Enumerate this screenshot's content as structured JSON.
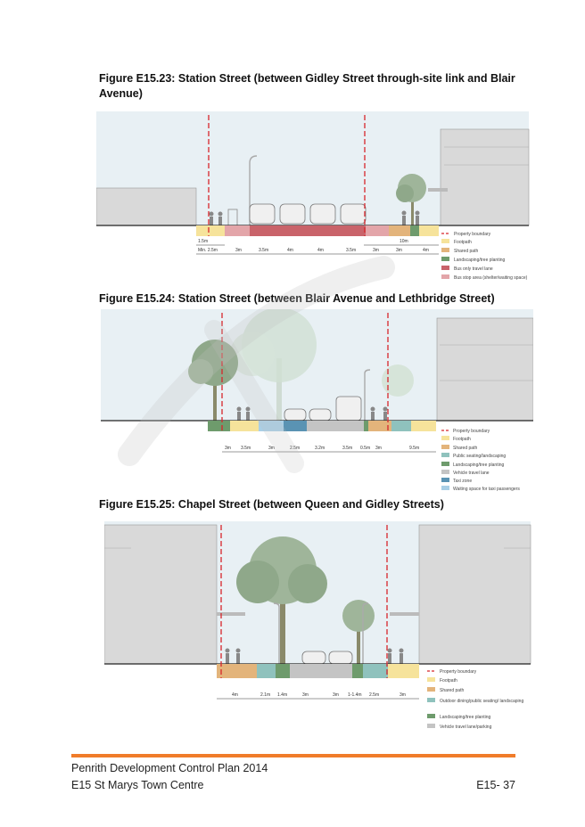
{
  "figures": [
    {
      "title": "Figure E15.23: Station Street (between Gidley Street through-site link and Blair Avenue)",
      "dims_top": [
        "1.5m",
        "10m"
      ],
      "dims_bottom": [
        "Min. 2.5m",
        "3m",
        "3.5m",
        "4m",
        "4m",
        "3.5m",
        "3m",
        "3m",
        "4m"
      ],
      "legend": [
        {
          "label": "Property boundary",
          "color": "#d7262b",
          "kind": "dash"
        },
        {
          "label": "Footpath",
          "color": "#f6e39b",
          "kind": "swatch"
        },
        {
          "label": "Shared path",
          "color": "#e3b47b",
          "kind": "swatch"
        },
        {
          "label": "Landscaping/tree planting",
          "color": "#6e9b6c",
          "kind": "swatch"
        },
        {
          "label": "Bus only travel lane",
          "color": "#c9636a",
          "kind": "swatch"
        },
        {
          "label": "Bus stop area (shelter/waiting space)",
          "color": "#e3a5a9",
          "kind": "swatch"
        }
      ]
    },
    {
      "title": "Figure E15.24: Station Street (between Blair Avenue and Lethbridge Street)",
      "dims_bottom": [
        "3m",
        "3.5m",
        "3m",
        "2.5m",
        "3.2m",
        "3.5m",
        "0.5m",
        "3m",
        "9.5m"
      ],
      "legend": [
        {
          "label": "Property boundary",
          "color": "#d7262b",
          "kind": "dash"
        },
        {
          "label": "Footpath",
          "color": "#f6e39b",
          "kind": "swatch"
        },
        {
          "label": "Shared path",
          "color": "#e3b47b",
          "kind": "swatch"
        },
        {
          "label": "Public seating/landscaping",
          "color": "#8fc2bd",
          "kind": "swatch"
        },
        {
          "label": "Landscaping/tree planting",
          "color": "#6e9b6c",
          "kind": "swatch"
        },
        {
          "label": "Vehicle travel lane",
          "color": "#c4c4c4",
          "kind": "swatch"
        },
        {
          "label": "Taxi zone",
          "color": "#5a93b3",
          "kind": "swatch"
        },
        {
          "label": "Waiting space for taxi passengers",
          "color": "#a9cfe6",
          "kind": "swatch"
        }
      ]
    },
    {
      "title": "Figure E15.25: Chapel Street (between Queen and Gidley Streets)",
      "dims_bottom": [
        "4m",
        "2.1m",
        "1.4m",
        "3m",
        "3m",
        "1-1.4m",
        "2.5m",
        "3m"
      ],
      "legend": [
        {
          "label": "Property boundary",
          "color": "#d7262b",
          "kind": "dash"
        },
        {
          "label": "Footpath",
          "color": "#f6e39b",
          "kind": "swatch"
        },
        {
          "label": "Shared path",
          "color": "#e3b47b",
          "kind": "swatch"
        },
        {
          "label": "Outdoor dining/public seating/ landscaping",
          "color": "#8fc2bd",
          "kind": "swatch"
        },
        {
          "label": "Landscaping/tree planting",
          "color": "#6e9b6c",
          "kind": "swatch"
        },
        {
          "label": "Vehicle travel lane/parking",
          "color": "#c4c4c4",
          "kind": "swatch"
        }
      ]
    }
  ],
  "footer": {
    "line1": "Penrith Development Control Plan 2014",
    "line2": "E15 St Marys Town Centre",
    "page": "E15- 37"
  }
}
